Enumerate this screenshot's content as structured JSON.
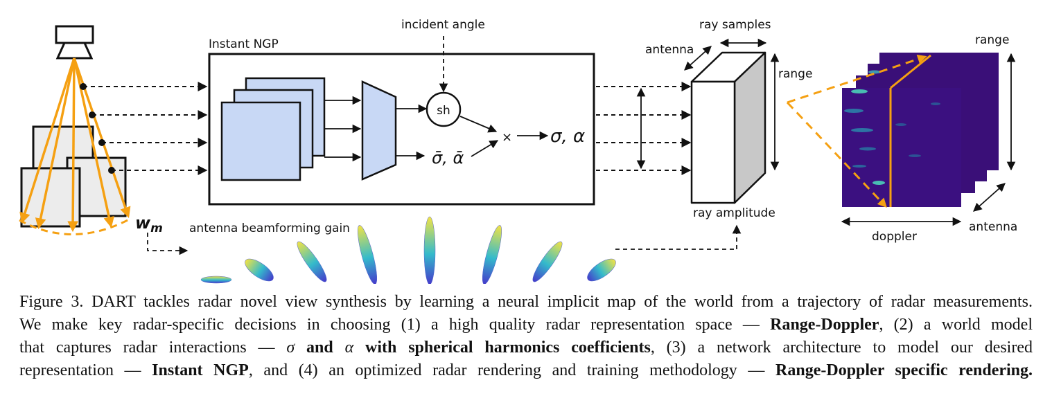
{
  "figure": {
    "labels": {
      "instant_ngp": "Instant NGP",
      "incident_angle": "incident angle",
      "sh": "sh",
      "times": "×",
      "sigma_alpha": "σ, α",
      "sigma_alpha_bar": "σ̄, ᾱ",
      "ray_samples": "ray samples",
      "antenna_top": "antenna",
      "range_left": "range",
      "ray_amplitude": "ray amplitude",
      "range_right": "range",
      "doppler": "doppler",
      "antenna_right": "antenna",
      "beamforming": "antenna beamforming gain",
      "wm_w": "w",
      "wm_m": "m"
    },
    "colors": {
      "orange": "#f5a012",
      "layer_fill": "#c8d8f5",
      "heatmap_bg": "#3a0f78",
      "heatmap_hot": "#4bd0b8"
    }
  },
  "caption": {
    "line1": "Figure 3. DART tackles radar novel view synthesis by learning a neural implicit map of the world from a trajectory of radar measurements.",
    "line2_a": "We make key radar-specific decisions in choosing (1) a high quality radar representation space — ",
    "line2_b": "Range-Doppler",
    "line2_c": ", (2) a world model",
    "line3_a": "that captures radar interactions — ",
    "line3_sigma": "σ",
    "line3_and": " and ",
    "line3_alpha": "α",
    "line3_b": " with spherical harmonics coefficients",
    "line3_c": ", (3) a network architecture to model our desired",
    "line4_a": "representation — ",
    "line4_b": "Instant NGP",
    "line4_c": ", and (4) an optimized radar rendering and training methodology — ",
    "line4_d": "Range-Doppler specific rendering",
    "line4_e": "."
  }
}
